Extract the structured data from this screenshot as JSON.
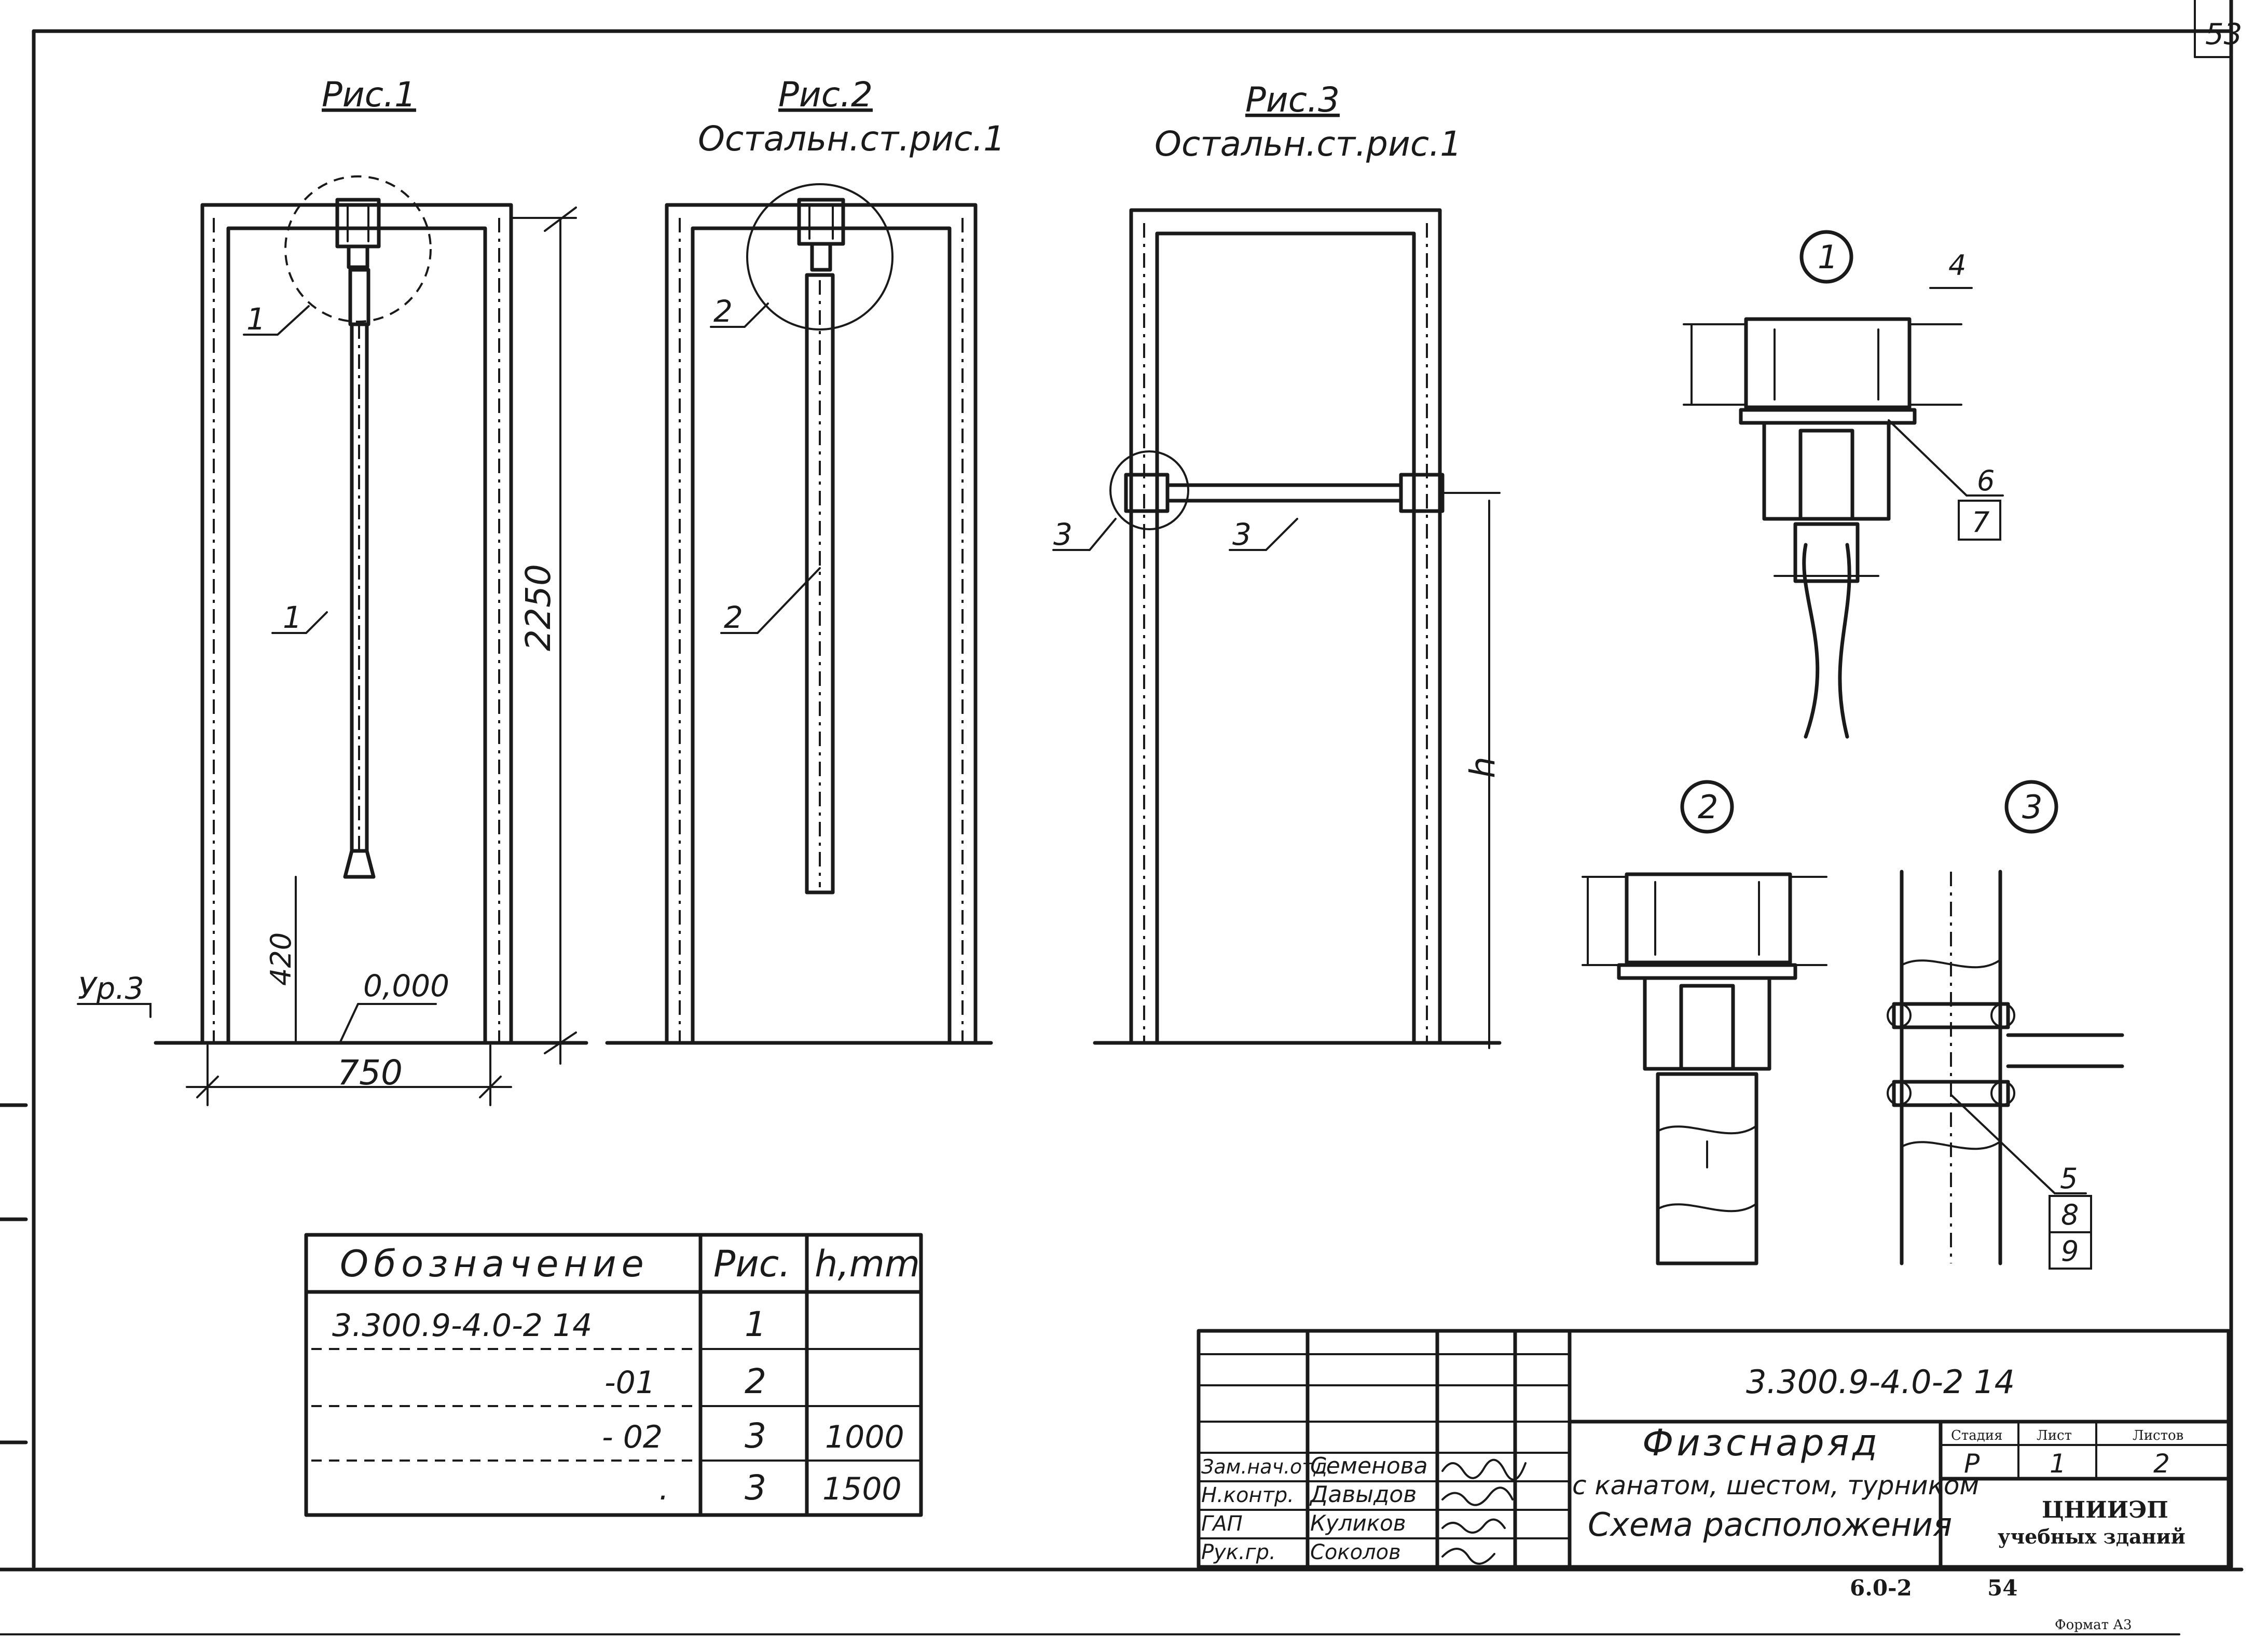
{
  "sheet_number": "53",
  "figures": {
    "fig1": {
      "title": "Рис.1",
      "callout": "1",
      "leader": "1"
    },
    "fig2": {
      "title": "Рис.2",
      "subtitle": "Остальн.ст.рис.1",
      "callout": "2",
      "leader": "2"
    },
    "fig3": {
      "title": "Рис.3",
      "subtitle": "Остальн.ст.рис.1",
      "callout": "3",
      "leader": "3"
    }
  },
  "dimensions": {
    "height_2250": "2250",
    "width_750": "750",
    "dim_420": "420",
    "level_label": "Ур.3",
    "level_value": "0,000",
    "h_label": "h"
  },
  "details": {
    "d1": {
      "circle": "1",
      "pos4": "4",
      "pos6": "6",
      "pos7": "7"
    },
    "d2": {
      "circle": "2"
    },
    "d3": {
      "circle": "3",
      "pos5": "5",
      "pos8": "8",
      "pos9": "9"
    }
  },
  "spec_table": {
    "headers": [
      "Обозначение",
      "Рис.",
      "h,mm"
    ],
    "rows": [
      {
        "designation": "3.300.9-4.0-2 14",
        "fig": "1",
        "h": ""
      },
      {
        "designation": "-01",
        "fig": "2",
        "h": ""
      },
      {
        "designation": "- 02",
        "fig": "3",
        "h": "1000"
      },
      {
        "designation": ".",
        "fig": "3",
        "h": "1500"
      }
    ]
  },
  "title_block": {
    "code": "3.300.9-4.0-2 14",
    "product_title": "Физснаряд",
    "product_subtitle": "с канатом, шестом, турником",
    "sheet_title": "Схема расположения",
    "stage_header": "Стадия",
    "sheet_header": "Лист",
    "sheets_header": "Листов",
    "stage": "Р",
    "sheet": "1",
    "sheets": "2",
    "org_line1": "ЦНИИЭП",
    "org_line2": "учебных зданий",
    "signers": [
      {
        "role": "Зам.нач.отд.",
        "name": "Семенова"
      },
      {
        "role": "Н.контр.",
        "name": "Давыдов"
      },
      {
        "role": "ГАП",
        "name": "Куликов"
      },
      {
        "role": "Рук.гр.",
        "name": "Соколов"
      }
    ]
  },
  "footer": {
    "album": "6.0-2",
    "page": "54",
    "format": "Формат А3"
  }
}
